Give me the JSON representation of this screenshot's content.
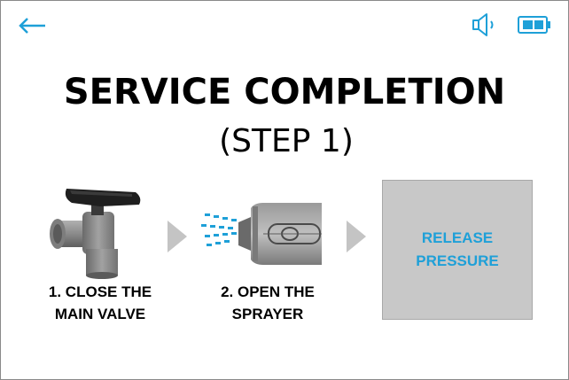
{
  "header": {
    "back_icon": "back-arrow-icon",
    "speaker_icon": "speaker-icon",
    "battery_icon": "battery-icon"
  },
  "title": "SERVICE COMPLETION",
  "subtitle": "(STEP 1)",
  "steps": [
    {
      "icon": "valve-icon",
      "label_line1": "1. CLOSE THE",
      "label_line2": "MAIN VALVE"
    },
    {
      "icon": "sprayer-icon",
      "label_line1": "2. OPEN THE",
      "label_line2": "SPRAYER"
    }
  ],
  "release_button": {
    "line1": "RELEASE",
    "line2": "PRESSURE"
  },
  "colors": {
    "accent": "#1ea0d8",
    "button_bg": "#c8c8c8",
    "arrow": "#c4c4c4",
    "text": "#000000"
  }
}
